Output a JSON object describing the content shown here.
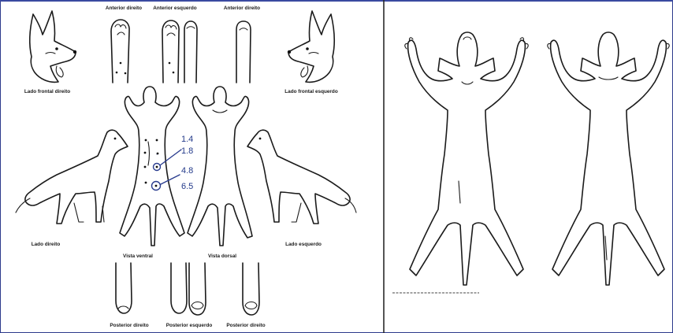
{
  "left_panel": {
    "labels": {
      "anterior_right_1": "Anterior direito",
      "anterior_left": "Anterior esquerdo",
      "anterior_right_2": "Anterior direito",
      "head_right": "Lado frontal direito",
      "head_left": "Lado frontal esquerdo",
      "side_right": "Lado direito",
      "ventral": "Vista ventral",
      "dorsal": "Vista dorsal",
      "side_left": "Lado esquerdo",
      "posterior_right_1": "Posterior direito",
      "posterior_left": "Posterior esquerdo",
      "posterior_right_2": "Posterior direito"
    },
    "annotations": [
      "1.4",
      "1.8",
      "4.8",
      "6.5"
    ]
  },
  "right_panel": {
    "caption": ""
  },
  "colors": {
    "ink": "#1b1b1b",
    "pen": "#2b3d8f",
    "paper": "#ffffff",
    "frame": "#2c3a8c"
  }
}
